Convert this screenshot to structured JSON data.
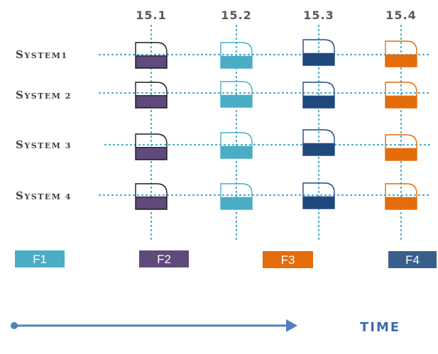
{
  "versions": [
    "15.1",
    "15.2",
    "15.3",
    "15.4"
  ],
  "systems": [
    {
      "label": "System1",
      "cap": "S",
      "rest": "YSTEM1"
    },
    {
      "label": "System 2",
      "cap": "S",
      "rest": "YSTEM 2"
    },
    {
      "label": "System 3",
      "cap": "S",
      "rest": "YSTEM 3"
    },
    {
      "label": "System 4",
      "cap": "S",
      "rest": "YSTEM 4"
    }
  ],
  "legend": [
    {
      "label": "F1",
      "color": "#4bacc6"
    },
    {
      "label": "F2",
      "color": "#604a7b"
    },
    {
      "label": "F3",
      "color": "#e46c0a"
    },
    {
      "label": "F4",
      "color": "#3a5e8c"
    }
  ],
  "column_colors": [
    "#604a7b",
    "#4bacc6",
    "#1f497d",
    "#e46c0a"
  ],
  "line_color": "#4bacc6",
  "arrow_color": "#4f81bd",
  "time_label": "TIME"
}
